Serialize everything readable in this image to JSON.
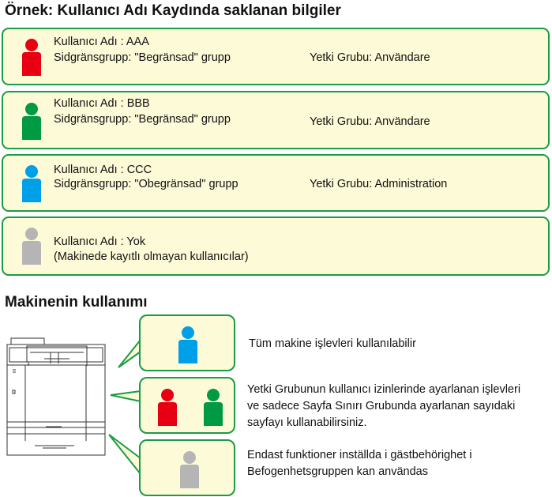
{
  "title": "Örnek: Kullanıcı Adı Kaydında saklanan bilgiler",
  "users": [
    {
      "name": "Kullanıcı Adı : AAA",
      "group": "Sidgränsgrupp: \"Begränsad\" grupp",
      "auth": "Yetki Grubu: Användare",
      "color": "#e60012"
    },
    {
      "name": "Kullanıcı Adı : BBB",
      "group": "Sidgränsgrupp: \"Begränsad\" grupp",
      "auth": "Yetki Grubu: Användare",
      "color": "#009944"
    },
    {
      "name": "Kullanıcı Adı : CCC",
      "group": "Sidgränsgrupp: \"Obegränsad\" grupp",
      "auth": "Yetki Grubu: Administration",
      "color": "#00a0e9"
    },
    {
      "name": "Kullanıcı Adı : Yok",
      "group": "(Makinede kayıtlı olmayan kullanıcılar)",
      "color": "#b5b5b5"
    }
  ],
  "usage_title": "Makinenin kullanımı",
  "usage": [
    {
      "lines": [
        "Tüm makine işlevleri kullanılabilir"
      ]
    },
    {
      "lines": [
        "Yetki Grubunun kullanıcı izinlerinde ayarlanan işlevleri",
        "ve sadece Sayfa Sınırı Grubunda ayarlanan sayıdaki",
        "sayfayı kullanabilirsiniz."
      ]
    },
    {
      "lines": [
        "Endast funktioner inställda i gästbehörighet i",
        "Befogenhetsgruppen kan användas"
      ]
    }
  ]
}
